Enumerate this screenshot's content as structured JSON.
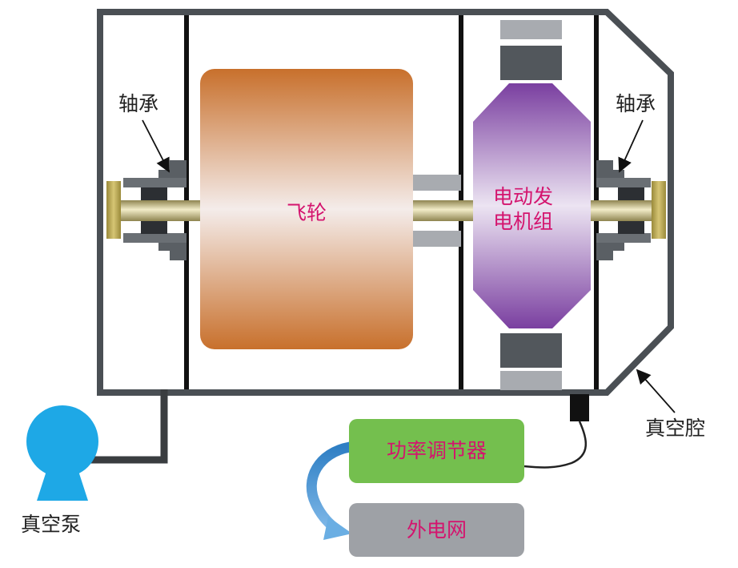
{
  "labels": {
    "bearing_left": "轴承",
    "bearing_right": "轴承",
    "flywheel": "飞轮",
    "motor_generator_line1": "电动发",
    "motor_generator_line2": "电机组",
    "vacuum_chamber": "真空腔",
    "vacuum_pump": "真空泵",
    "power_regulator": "功率调节器",
    "external_grid": "外电网"
  },
  "colors": {
    "frame": "#4a4f54",
    "flywheel_dark": "#c8702c",
    "flywheel_light": "#f2e8e6",
    "generator_dark": "#7a3fa0",
    "generator_light": "#e8def0",
    "shaft": "#c8bf8a",
    "pump": "#1ea8e6",
    "regulator": "#74bf4e",
    "grid": "#9ea1a6",
    "inner_text": "#d4146e"
  }
}
